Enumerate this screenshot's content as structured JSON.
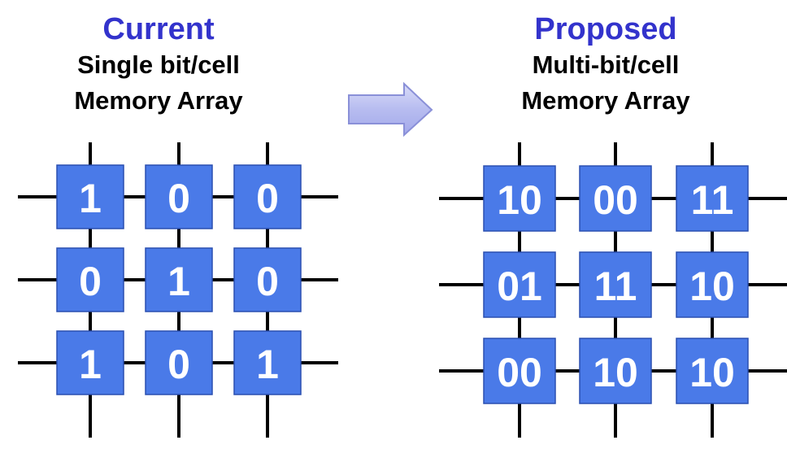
{
  "current": {
    "title": "Current",
    "subtitle_line1": "Single bit/cell",
    "subtitle_line2": "Memory Array",
    "cells": [
      [
        "1",
        "0",
        "0"
      ],
      [
        "0",
        "1",
        "0"
      ],
      [
        "1",
        "0",
        "1"
      ]
    ]
  },
  "proposed": {
    "title": "Proposed",
    "subtitle_line1": "Multi-bit/cell",
    "subtitle_line2": "Memory Array",
    "cells": [
      [
        "10",
        "00",
        "11"
      ],
      [
        "01",
        "11",
        "10"
      ],
      [
        "00",
        "10",
        "10"
      ]
    ]
  },
  "colors": {
    "title": "#3333cc",
    "cell_fill": "#4a7ae8",
    "cell_stroke": "#2a4fb0",
    "grid_line": "#000000",
    "arrow_fill": "#b7bcf0",
    "arrow_stroke": "#8a90d8"
  },
  "icons": {
    "arrow": "right-arrow-icon"
  }
}
